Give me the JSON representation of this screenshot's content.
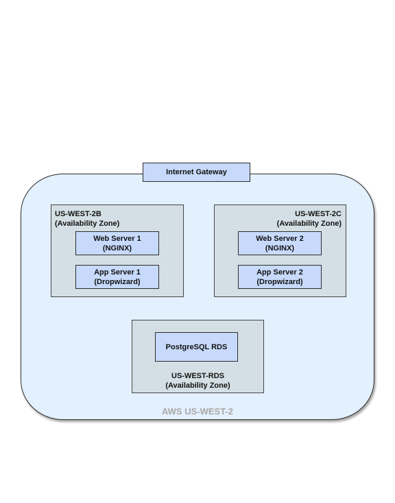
{
  "region": {
    "label": "AWS US-WEST-2"
  },
  "gateway": {
    "label": "Internet Gateway"
  },
  "zones": {
    "west2b": {
      "line1": "US-WEST-2B",
      "line2": "(Availability Zone)"
    },
    "west2c": {
      "line1": "US-WEST-2C",
      "line2": "(Availability Zone)"
    },
    "rds": {
      "line1": "US-WEST-RDS",
      "line2": "(Availability Zone)"
    }
  },
  "servers": {
    "web1": {
      "line1": "Web Server 1",
      "line2": "(NGINX)"
    },
    "app1": {
      "line1": "App Server 1",
      "line2": "(Dropwizard)"
    },
    "web2": {
      "line1": "Web Server 2",
      "line2": "(NGINX)"
    },
    "app2": {
      "line1": "App Server 2",
      "line2": "(Dropwizard)"
    },
    "db": {
      "label": "PostgreSQL RDS"
    }
  },
  "colors": {
    "region_fill": "#e3f0fd",
    "zone_fill": "#d3dfe4",
    "node_fill": "#c7dafb",
    "connector": "#111111",
    "region_label": "#a9a9a9"
  }
}
